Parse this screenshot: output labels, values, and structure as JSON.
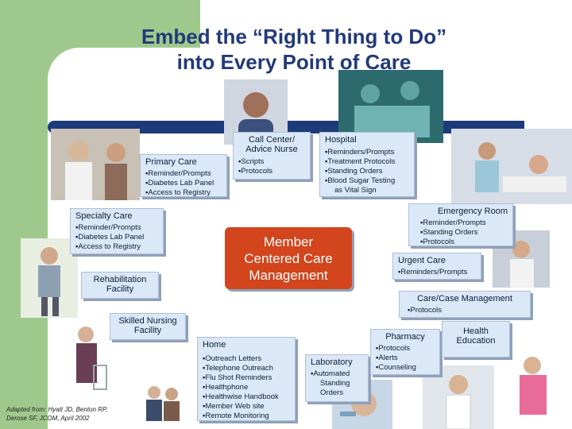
{
  "title": {
    "line1": "Embed the “Right Thing to Do”",
    "line2": "into Every Point of Care"
  },
  "center": {
    "line1": "Member",
    "line2": "Centered Care",
    "line3": "Management"
  },
  "primary_care": {
    "heading": "Primary Care",
    "items": [
      "Reminder/Prompts",
      "Diabetes Lab Panel",
      "Access to Registry"
    ]
  },
  "call_center": {
    "heading1": "Call Center/",
    "heading2": "Advice Nurse",
    "items": [
      "Scripts",
      "Protocols"
    ]
  },
  "hospital": {
    "heading": "Hospital",
    "items": [
      "Reminders/Prompts",
      "Treatment Protocols",
      "Standing Orders",
      "Blood Sugar Testing"
    ],
    "item_cont": "as Vital Sign"
  },
  "specialty_care": {
    "heading": "Specialty Care",
    "items": [
      "Reminder/Prompts",
      "Diabetes Lab Panel",
      "Access to Registry"
    ]
  },
  "emergency_room": {
    "heading": "Emergency Room",
    "items": [
      "Reminder/Prompts",
      "Standing Orders",
      "Protocols"
    ]
  },
  "rehabilitation": {
    "line1": "Rehabilitation",
    "line2": "Facility"
  },
  "urgent_care": {
    "heading": "Urgent Care",
    "items": [
      "Reminders/Prompts"
    ]
  },
  "care_case": {
    "heading": "Care/Case Management",
    "items": [
      "Protocols"
    ]
  },
  "skilled_nursing": {
    "line1": "Skilled Nursing",
    "line2": "Facility"
  },
  "home": {
    "heading": "Home",
    "items": [
      "Outreach Letters",
      "Telephone Outreach",
      "Flu Shot Reminders",
      "Healthphone",
      "Healthwise Handbook",
      "Member Web site",
      "Remote Monitoring"
    ]
  },
  "laboratory": {
    "heading": "Laboratory",
    "items": [
      "Automated"
    ],
    "cont1": "Standing",
    "cont2": "Orders"
  },
  "pharmacy": {
    "heading": "Pharmacy",
    "items": [
      "Protocols",
      "Alerts",
      "Counseling"
    ]
  },
  "health_education": {
    "line1": "Health",
    "line2": "Education"
  },
  "credit": {
    "line1": "Adapted from: Hyatt JD, Benton RP,",
    "line2": "Derose SF, JCOM, April 2002"
  },
  "colors": {
    "green": "#9fc98c",
    "navy": "#1d3a7a",
    "box": "#dbe8f7",
    "center": "#d2451d"
  }
}
